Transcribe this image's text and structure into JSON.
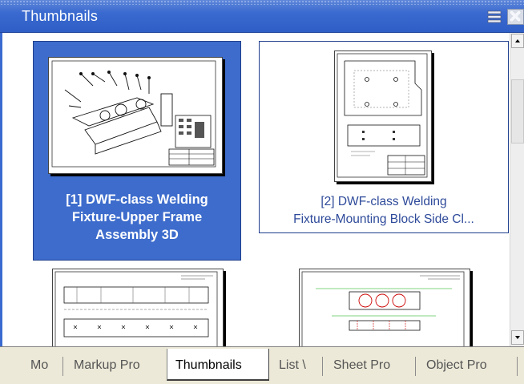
{
  "panel": {
    "title": "Thumbnails",
    "menu_icon": "panel-menu-icon",
    "close_icon": "close-icon"
  },
  "thumbnails": [
    {
      "label": "[1] DWF-class Welding\nFixture-Upper Frame\nAssembly 3D",
      "selected": true
    },
    {
      "label": "[2] DWF-class Welding\nFixture-Mounting Block Side Cl...",
      "selected": false
    },
    {
      "label": "",
      "selected": false
    },
    {
      "label": "",
      "selected": false
    }
  ],
  "tabs": [
    {
      "label": "Mo",
      "active": false
    },
    {
      "label": "Markup Pro",
      "active": false
    },
    {
      "label": "Thumbnails",
      "active": true
    },
    {
      "label": "List \\",
      "active": false
    },
    {
      "label": "Sheet Pro",
      "active": false
    },
    {
      "label": "Object Pro",
      "active": false
    }
  ],
  "colors": {
    "titlebar": "#2f5fc6",
    "selection": "#3d6ccc",
    "unselected_text": "#2e4a9a",
    "tabbar": "#ece9d8"
  }
}
